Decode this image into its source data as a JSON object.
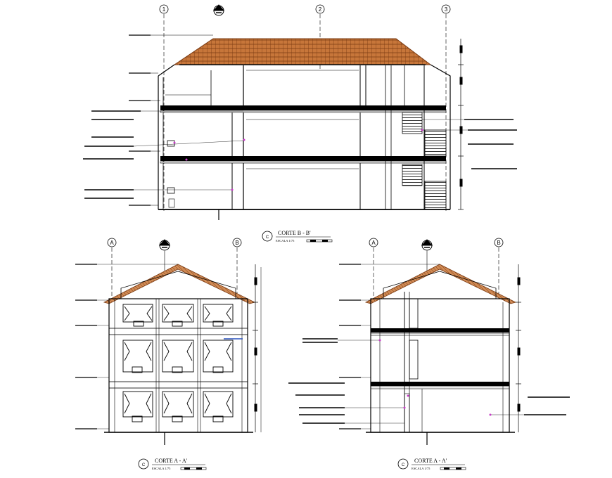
{
  "drawings": [
    {
      "id": "section-b",
      "title": "CORTE  B - B'",
      "circle": "C",
      "scale": "ESCALA  1/75",
      "grid": [
        "1",
        "2",
        "3"
      ]
    },
    {
      "id": "section-a1",
      "title": "CORTE  A - A'",
      "circle": "C",
      "scale": "ESCALA  1/75",
      "grid": [
        "A",
        "B"
      ]
    },
    {
      "id": "section-a2",
      "title": "CORTE  A - A'",
      "circle": "C",
      "scale": "ESCALA  1/75",
      "grid": [
        "A",
        "B"
      ]
    }
  ],
  "colors": {
    "line": "#000000",
    "roof": "#b5652b",
    "roof_line": "#7a3a12",
    "accent": "#c83cc8"
  }
}
